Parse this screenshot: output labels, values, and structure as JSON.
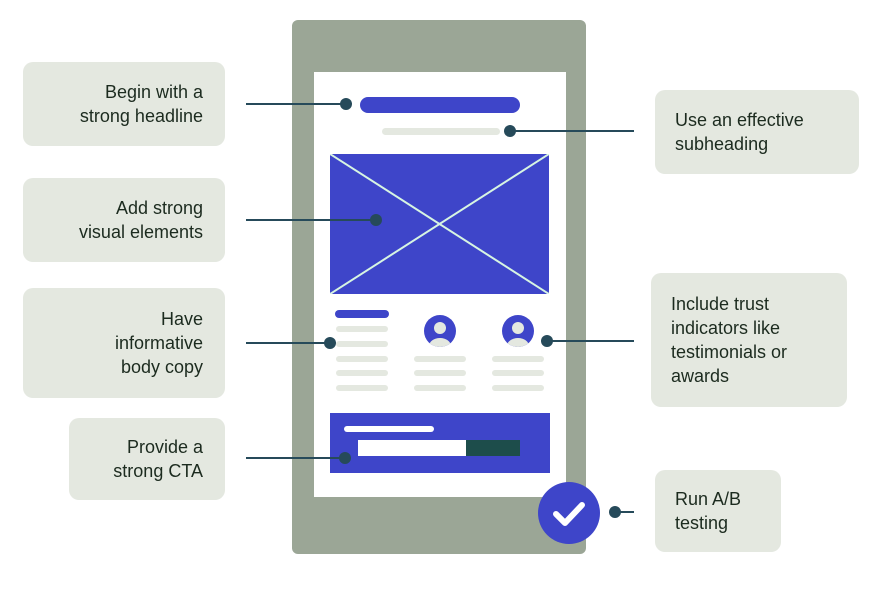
{
  "labels": {
    "headline": [
      "Begin with a",
      "strong headline"
    ],
    "subheading": [
      "Use an effective",
      "subheading"
    ],
    "visual": [
      "Add strong",
      "visual elements"
    ],
    "body_copy": [
      "Have",
      "informative",
      "body copy"
    ],
    "trust": [
      "Include trust",
      "indicators like",
      "testimonials or",
      "awards"
    ],
    "cta": [
      "Provide a",
      "strong CTA"
    ],
    "ab_testing": [
      "Run A/B",
      "testing"
    ]
  },
  "icons": {
    "avatar": "person-avatar-icon",
    "check": "check-circle-icon",
    "hero": "image-placeholder-icon"
  },
  "colors": {
    "accent_blue": "#3e45c9",
    "phone_frame": "#9ba696",
    "label_bg": "#e4e8e0",
    "connector": "#264a5a",
    "cta_button": "#1d4d4b",
    "text": "#1c2b1f"
  }
}
